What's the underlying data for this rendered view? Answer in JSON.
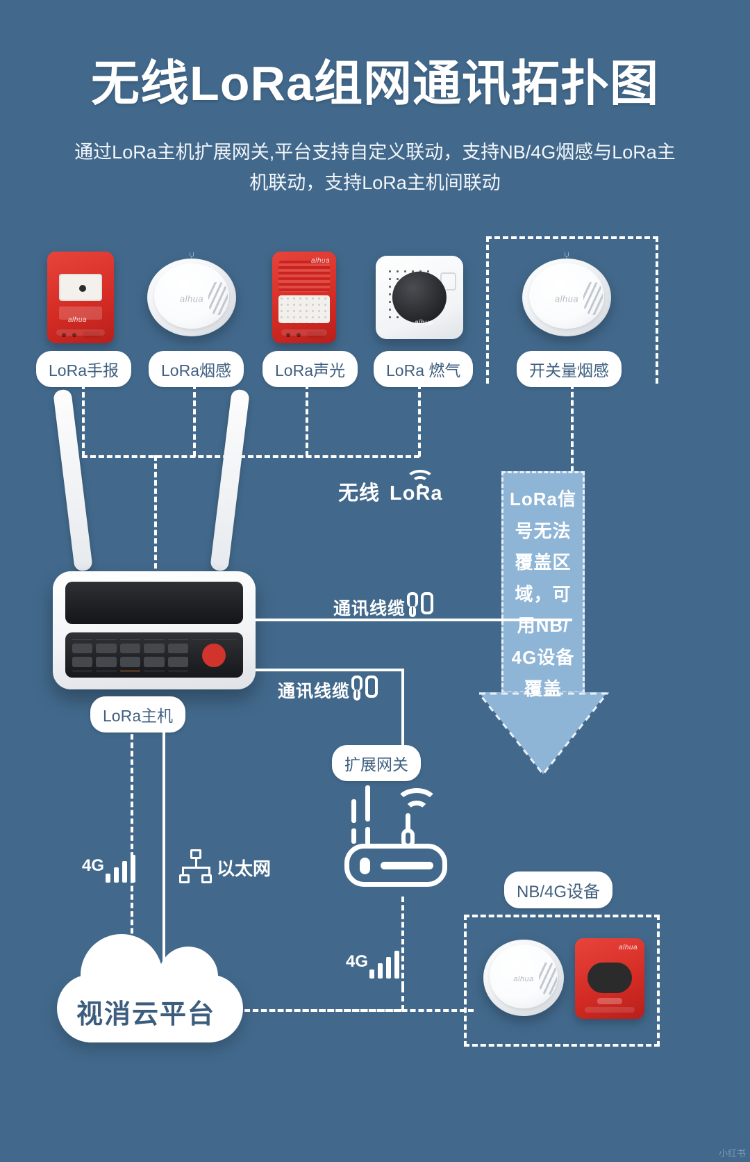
{
  "header": {
    "title": "无线LoRa组网通讯拓扑图",
    "subtitle": "通过LoRa主机扩展网关,平台支持自定义联动，支持NB/4G烟感与LoRa主机联动，支持LoRa主机间联动"
  },
  "devices": [
    {
      "id": "lora-manual-call-point",
      "label": "LoRa手报",
      "icon": "manual-call-point-icon",
      "brand": "alhua"
    },
    {
      "id": "lora-smoke-detector",
      "label": "LoRa烟感",
      "icon": "smoke-detector-icon",
      "brand": "alhua"
    },
    {
      "id": "lora-sounder-strobe",
      "label": "LoRa声光",
      "icon": "sounder-strobe-icon",
      "brand": "alhua"
    },
    {
      "id": "lora-gas-detector",
      "label": "LoRa 燃气",
      "icon": "gas-detector-icon",
      "brand": "alhua"
    },
    {
      "id": "switch-smoke-detector",
      "label": "开关量烟感",
      "icon": "smoke-detector-icon",
      "brand": "alhua"
    }
  ],
  "links": {
    "wireless_lora": "无线 LoRa",
    "wireless_lora_text": "无线",
    "wireless_lora_brand": "LoRa",
    "cable_1": "通讯线缆",
    "cable_2": "通讯线缆",
    "ethernet": "以太网",
    "g4_label_1": "4G",
    "g4_label_2": "4G"
  },
  "nodes": {
    "lora_host": "LoRa主机",
    "expansion_gateway": "扩展网关",
    "nb4g_devices": "NB/4G设备",
    "cloud_platform": "视消云平台"
  },
  "callout": {
    "lines": [
      "LoRa信",
      "号无法",
      "覆盖区",
      "域，可",
      "用NB/",
      "4G设备",
      "覆盖"
    ],
    "full_text": "LoRa信号无法覆盖区域，可用NB/4G设备覆盖"
  },
  "colors": {
    "background": "#42698c",
    "pill_bg": "#ffffff",
    "pill_text": "#3f5f80",
    "accent_red": "#d32b24",
    "arrow_blue": "#8eb4d6",
    "line_white": "#ffffff"
  },
  "watermark": "小红书"
}
